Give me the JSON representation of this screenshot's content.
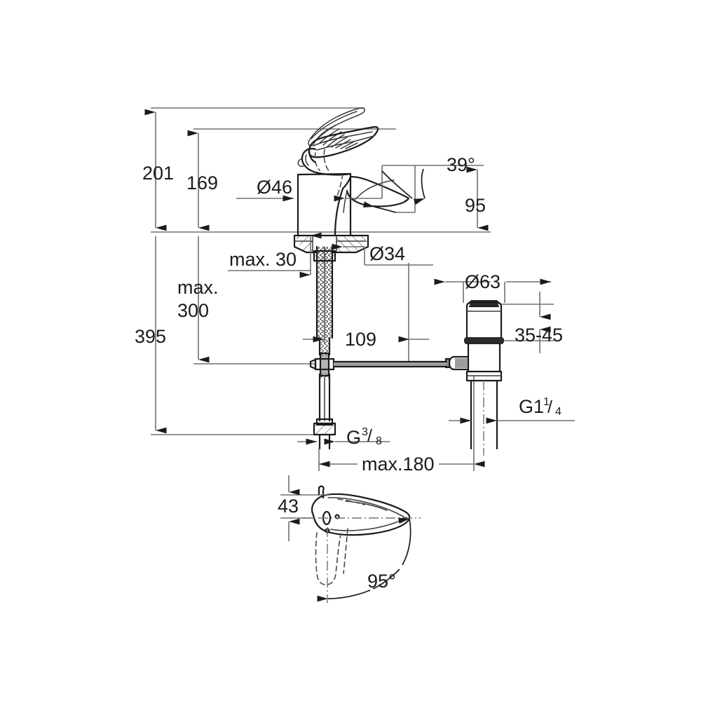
{
  "drawing": {
    "title": "Single-lever basin mixer dimensional drawing",
    "units": "mm",
    "line_color": "#1b1b1b",
    "dim_color": "#6e7073",
    "background": "#ffffff"
  },
  "dimensions": {
    "total_height_above_base": "201",
    "spout_height_overall": "169",
    "body_diameter": "Ø46",
    "base_diameter": "Ø34",
    "spout_reach_angle": "39°",
    "spout_outlet_height": "95",
    "max_deck_thickness": "max. 30",
    "max_flex_hose_line1": "max.",
    "max_flex_hose_line2": "300",
    "total_length": "395",
    "spout_projection": "109",
    "waste_flange_diameter": "Ø63",
    "waste_adjust_range": "35-45",
    "waste_thread": "G1",
    "waste_thread_num": "1",
    "waste_thread_den": "4",
    "supply_thread": "G",
    "supply_thread_num": "3",
    "supply_thread_den": "8",
    "max_pop_up_rod": "max.180",
    "handle_height": "43",
    "handle_swivel_angle": "95°"
  },
  "labels": [
    {
      "id": "d201",
      "text": "201"
    },
    {
      "id": "d169",
      "text": "169"
    },
    {
      "id": "d46",
      "text": "Ø46"
    },
    {
      "id": "d34",
      "text": "Ø34"
    },
    {
      "id": "a39",
      "text": "39°"
    },
    {
      "id": "d95",
      "text": "95"
    },
    {
      "id": "dmax30",
      "text": "max. 30"
    },
    {
      "id": "dmax300a",
      "text": "max."
    },
    {
      "id": "dmax300b",
      "text": "300"
    },
    {
      "id": "d395",
      "text": "395"
    },
    {
      "id": "d109",
      "text": "109"
    },
    {
      "id": "d63",
      "text": "Ø63"
    },
    {
      "id": "d3545",
      "text": "35-45"
    },
    {
      "id": "g114",
      "text": "G1"
    },
    {
      "id": "g38",
      "text": "G"
    },
    {
      "id": "dmax180",
      "text": "max.180"
    },
    {
      "id": "d43",
      "text": "43"
    },
    {
      "id": "a95",
      "text": "95°"
    }
  ]
}
